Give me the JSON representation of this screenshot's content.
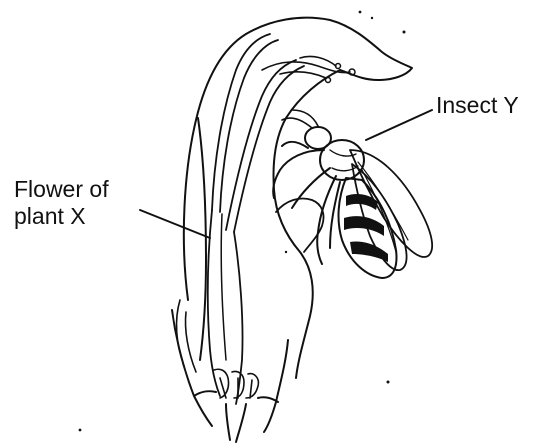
{
  "labels": {
    "insect": "Insect Y",
    "flower_line1": "Flower of",
    "flower_line2": "plant X"
  },
  "colors": {
    "ink": "#111111",
    "background": "#ffffff"
  }
}
